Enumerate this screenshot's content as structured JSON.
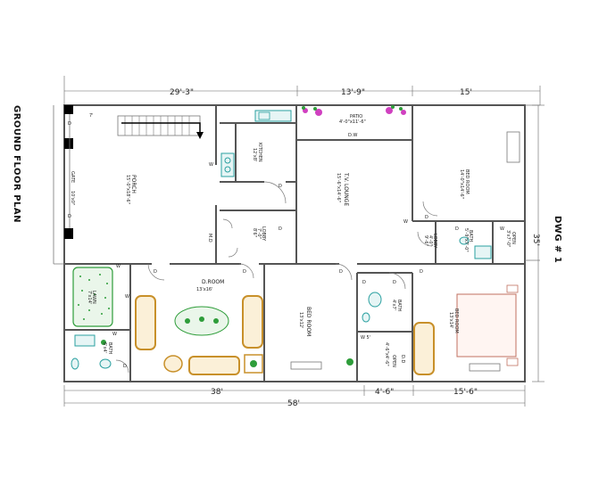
{
  "title": "GROUND FLOOR PLAN",
  "drawing_no": "DWG # 1",
  "dims": {
    "top": [
      "29'-3\"",
      "13'-9\"",
      "15'"
    ],
    "bottom": [
      "38'",
      "4'-6\"",
      "15'-6\""
    ],
    "overall_width": "58'",
    "overall_depth": "35'"
  },
  "rooms": {
    "porch": {
      "name": "PORCH",
      "size": "15'-0\"x18'-6\""
    },
    "gate": {
      "name": "GATE",
      "size": "10'x0\""
    },
    "kitchen": {
      "name": "KITCHEN",
      "size": "12'x8'"
    },
    "patio": {
      "name": "PATIO",
      "size": "4'-0\"x11'-6\""
    },
    "tv_lounge": {
      "name": "T.V. LOUNGE",
      "size": "15'-6\"x14'-6\""
    },
    "bed_top_right": {
      "name": "BED ROOM",
      "size": "14'-0\"x14'-6\""
    },
    "lobby_center": {
      "name": "LOBBY",
      "size": "7'-0\"",
      "size2": "8'6\""
    },
    "lobby_right": {
      "name": "LOBBY",
      "size": "4'-0\"",
      "size2": "9'-6\""
    },
    "open_right": {
      "name": "OPEN",
      "size": "3'x7'-0\""
    },
    "bath_right": {
      "name": "BATH",
      "size": "5'-9\"x7'-0\""
    },
    "d_room": {
      "name": "D.ROOM",
      "size": "13'x16'"
    },
    "bed_center": {
      "name": "BED ROOM",
      "size": "13'x12'"
    },
    "bath_center": {
      "name": "BATH",
      "size": "4'x7'"
    },
    "open_center": {
      "name": "OPEN",
      "size": "4'-6\"x4'-6\""
    },
    "bed_bottom_right": {
      "name": "BED ROOM",
      "size": "13'x14'"
    },
    "lawn": {
      "name": "LAWN",
      "size": "7'x14'"
    },
    "bath_left": {
      "name": "BATH",
      "size": "6'x4'"
    }
  },
  "marks": {
    "dw": "D.W",
    "md": "M.D",
    "dd": "D.D",
    "door": "D",
    "window": "W",
    "w5": "W 5'",
    "lintel": "7'"
  },
  "colors": {
    "wall": "#555555",
    "sofa": "#c8902a",
    "plant_green": "#2e9d3a",
    "flower": "#d040c0",
    "water": "#2aa0a0"
  }
}
